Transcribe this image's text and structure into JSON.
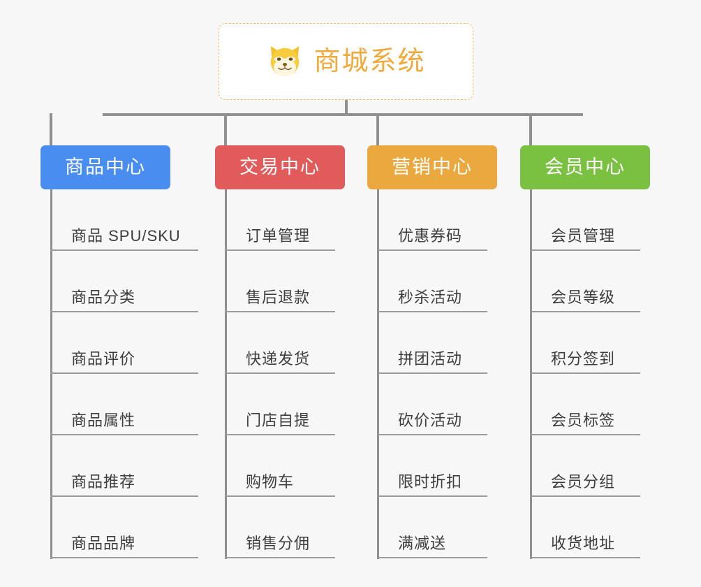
{
  "diagram": {
    "title": "商城系统",
    "background_color": "#f7f7f7",
    "connector_color": "#909090",
    "root": {
      "label": "商城系统",
      "icon": "shiba-dog-icon",
      "text_color": "#f2a93b",
      "border_color": "#f0bc6a",
      "background_color": "#ffffff"
    },
    "branches": [
      {
        "label": "商品中心",
        "color": "#4a8df0",
        "items": [
          "商品 SPU/SKU",
          "商品分类",
          "商品评价",
          "商品属性",
          "商品推荐",
          "商品品牌"
        ]
      },
      {
        "label": "交易中心",
        "color": "#e15b5b",
        "items": [
          "订单管理",
          "售后退款",
          "快递发货",
          "门店自提",
          "购物车",
          "销售分佣"
        ]
      },
      {
        "label": "营销中心",
        "color": "#eaa83f",
        "items": [
          "优惠券码",
          "秒杀活动",
          "拼团活动",
          "砍价活动",
          "限时折扣",
          "满减送"
        ]
      },
      {
        "label": "会员中心",
        "color": "#7ac142",
        "items": [
          "会员管理",
          "会员等级",
          "积分签到",
          "会员标签",
          "会员分组",
          "收货地址"
        ]
      }
    ]
  }
}
